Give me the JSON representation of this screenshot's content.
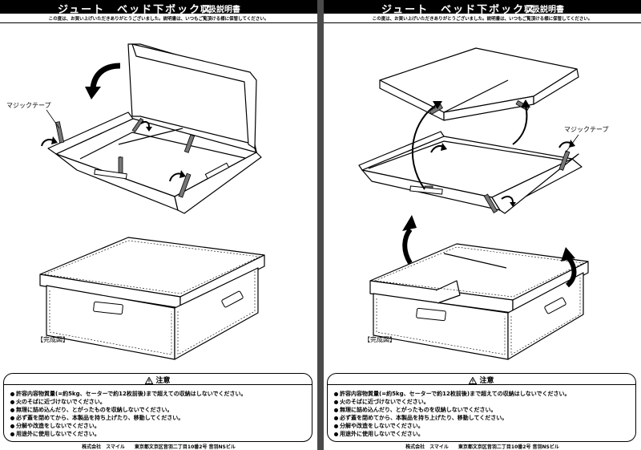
{
  "header": {
    "title": "ジュート　ベッド下ボックス",
    "subtitle": "取扱説明書",
    "thanks": "この度は、お買い上げいただきありがとうございました。説明書は、いつもご覧頂ける様に保管してください。"
  },
  "labels": {
    "magic_tape": "マジックテープ",
    "completed": "【完成図】"
  },
  "caution": {
    "title": "注意",
    "items": [
      "許容内容物質量(=約5kg、セーターで約12枚前後)まで超えての収納はしないでください。",
      "火のそばに近づけないでください。",
      "無理に詰め込んだり、とがったものを収納しないでください。",
      "必ず蓋を閉めてから、本製品を持ち上げたり、移動してください。",
      "分解や改造をしないでください。",
      "用途外に使用しないでください。"
    ]
  },
  "footer": {
    "company": "株式会社　スマイル",
    "address": "東京都文京区音羽二丁目10番2号 音羽NSビル"
  }
}
